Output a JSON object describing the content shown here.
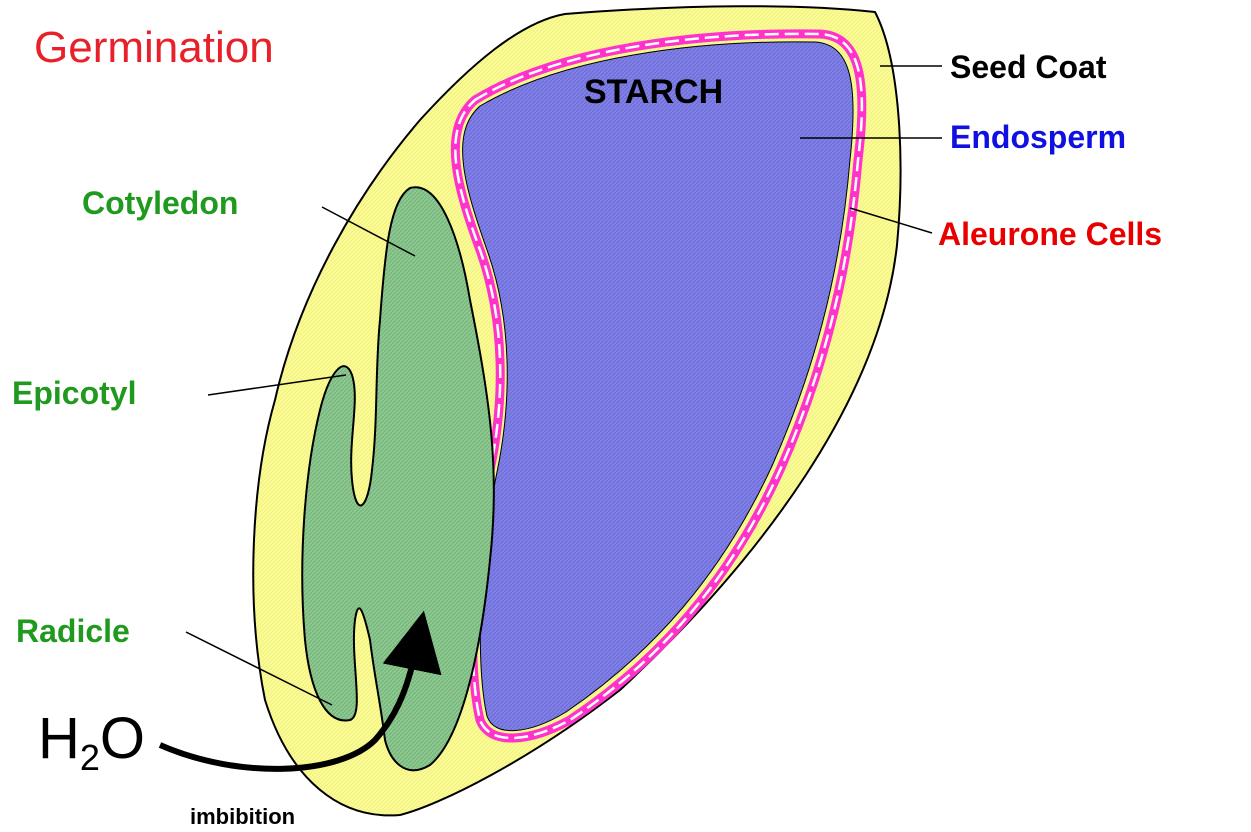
{
  "title": "Germination",
  "colors": {
    "title": "#e8202a",
    "seed_coat": "#fbfb95",
    "endosperm": "#8080e6",
    "aleurone": "#ff33cc",
    "embryo": "#8cc890",
    "green_label": "#1f9a1f",
    "blue_label": "#1010e0",
    "red_label": "#e80000",
    "black": "#000000"
  },
  "labels": {
    "starch": "STARCH",
    "seed_coat": "Seed Coat",
    "endosperm": "Endosperm",
    "aleurone": "Aleurone Cells",
    "cotyledon": "Cotyledon",
    "epicotyl": "Epicotyl",
    "radicle": "Radicle",
    "water_main": "H",
    "water_sub": "2",
    "water_end": "O",
    "imbibition": "imbibition"
  },
  "icons": {
    "arrow": "curved-arrow-icon"
  }
}
